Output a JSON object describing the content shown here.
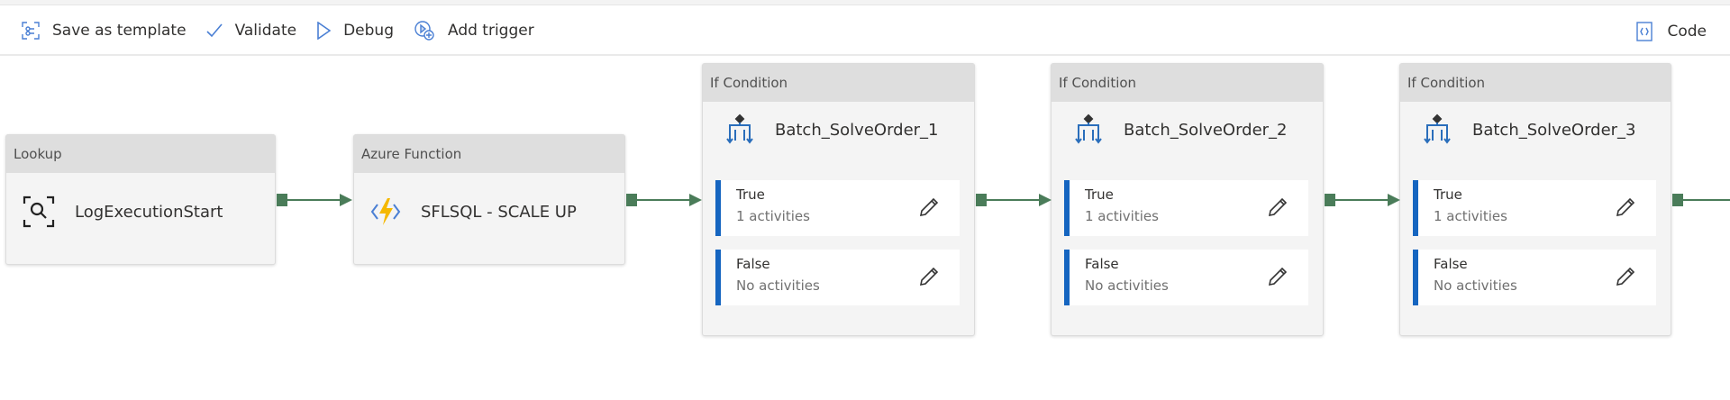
{
  "toolbar": {
    "save_template": "Save as template",
    "validate": "Validate",
    "debug": "Debug",
    "add_trigger": "Add trigger",
    "code": "Code"
  },
  "activities": [
    {
      "type": "Lookup",
      "name": "LogExecutionStart",
      "icon": "lookup-icon"
    },
    {
      "type": "Azure Function",
      "name": "SFLSQL - SCALE UP",
      "icon": "azure-function-icon"
    }
  ],
  "conditions": [
    {
      "type": "If Condition",
      "name": "Batch_SolveOrder_1",
      "true_label": "True",
      "true_status": "1 activities",
      "false_label": "False",
      "false_status": "No activities"
    },
    {
      "type": "If Condition",
      "name": "Batch_SolveOrder_2",
      "true_label": "True",
      "true_status": "1 activities",
      "false_label": "False",
      "false_status": "No activities"
    },
    {
      "type": "If Condition",
      "name": "Batch_SolveOrder_3",
      "true_label": "True",
      "true_status": "1 activities",
      "false_label": "False",
      "false_status": "No activities"
    }
  ],
  "colors": {
    "connector": "#4a7c59",
    "branch_accent": "#1565c0",
    "icon_blue": "#2a6ebb"
  }
}
